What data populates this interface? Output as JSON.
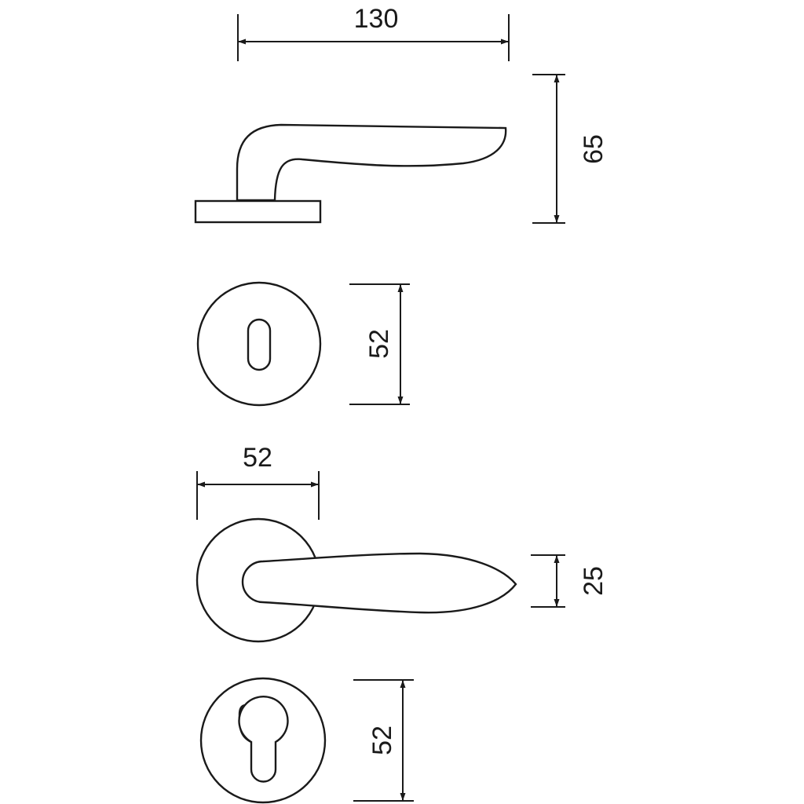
{
  "dimensions": {
    "lever_length": "130",
    "lever_height": "65",
    "keyhole_rosette_diameter": "52",
    "lever_rosette_diameter": "52",
    "lever_grip_width": "25",
    "cylinder_rosette_diameter": "52"
  },
  "colors": {
    "line": "#1a1a1a",
    "background": "#ffffff"
  }
}
